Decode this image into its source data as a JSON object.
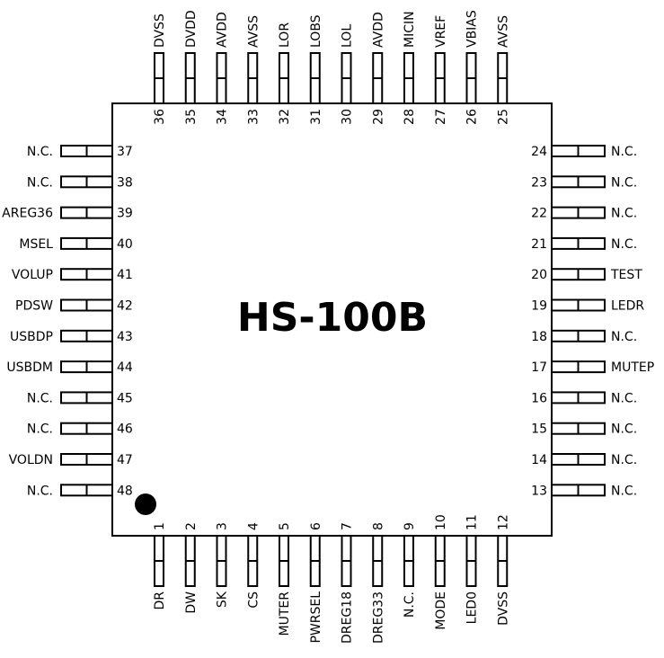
{
  "chip": {
    "name": "HS-100B",
    "pins": [
      {
        "n": "1",
        "label": "DR"
      },
      {
        "n": "2",
        "label": "DW"
      },
      {
        "n": "3",
        "label": "SK"
      },
      {
        "n": "4",
        "label": "CS"
      },
      {
        "n": "5",
        "label": "MUTER"
      },
      {
        "n": "6",
        "label": "PWRSEL"
      },
      {
        "n": "7",
        "label": "DREG18"
      },
      {
        "n": "8",
        "label": "DREG33"
      },
      {
        "n": "9",
        "label": "N.C."
      },
      {
        "n": "10",
        "label": "MODE"
      },
      {
        "n": "11",
        "label": "LED0"
      },
      {
        "n": "12",
        "label": "DVSS"
      },
      {
        "n": "13",
        "label": "N.C."
      },
      {
        "n": "14",
        "label": "N.C."
      },
      {
        "n": "15",
        "label": "N.C."
      },
      {
        "n": "16",
        "label": "N.C."
      },
      {
        "n": "17",
        "label": "MUTEP"
      },
      {
        "n": "18",
        "label": "N.C."
      },
      {
        "n": "19",
        "label": "LEDR"
      },
      {
        "n": "20",
        "label": "TEST"
      },
      {
        "n": "21",
        "label": "N.C."
      },
      {
        "n": "22",
        "label": "N.C."
      },
      {
        "n": "23",
        "label": "N.C."
      },
      {
        "n": "24",
        "label": "N.C."
      },
      {
        "n": "25",
        "label": "AVSS"
      },
      {
        "n": "26",
        "label": "VBIAS"
      },
      {
        "n": "27",
        "label": "VREF"
      },
      {
        "n": "28",
        "label": "MICIN"
      },
      {
        "n": "29",
        "label": "AVDD"
      },
      {
        "n": "30",
        "label": "LOL"
      },
      {
        "n": "31",
        "label": "LOBS"
      },
      {
        "n": "32",
        "label": "LOR"
      },
      {
        "n": "33",
        "label": "AVSS"
      },
      {
        "n": "34",
        "label": "AVDD"
      },
      {
        "n": "35",
        "label": "DVDD"
      },
      {
        "n": "36",
        "label": "DVSS"
      },
      {
        "n": "37",
        "label": "N.C."
      },
      {
        "n": "38",
        "label": "N.C."
      },
      {
        "n": "39",
        "label": "AREG36"
      },
      {
        "n": "40",
        "label": "MSEL"
      },
      {
        "n": "41",
        "label": "VOLUP"
      },
      {
        "n": "42",
        "label": "PDSW"
      },
      {
        "n": "43",
        "label": "USBDP"
      },
      {
        "n": "44",
        "label": "USBDM"
      },
      {
        "n": "45",
        "label": "N.C."
      },
      {
        "n": "46",
        "label": "N.C."
      },
      {
        "n": "47",
        "label": "VOLDN"
      },
      {
        "n": "48",
        "label": "N.C."
      }
    ]
  }
}
